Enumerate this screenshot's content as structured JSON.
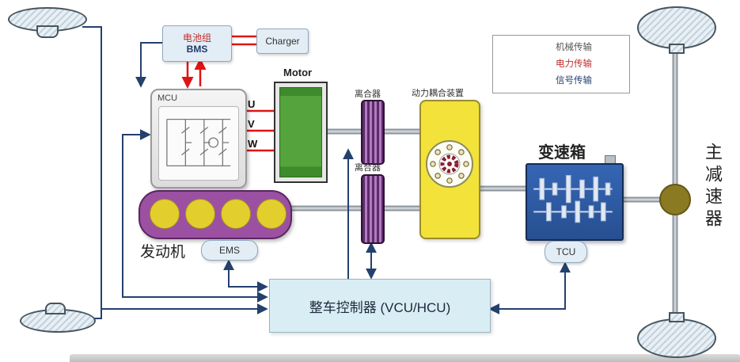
{
  "labels": {
    "battery": "电池组",
    "bms": "BMS",
    "charger": "Charger",
    "mcu": "MCU",
    "motor": "Motor",
    "phases": [
      "U",
      "V",
      "W"
    ],
    "clutch_top": "离合器",
    "clutch_bottom": "离合器",
    "coupling": "动力耦合装置",
    "gearbox": "变速箱",
    "tcu": "TCU",
    "engine": "发动机",
    "ems": "EMS",
    "vcu": "整车控制器 (VCU/HCU)",
    "final_drive": "主减速器"
  },
  "legend": {
    "mechanical": "机械传输",
    "electrical": "电力传输",
    "signal": "信号传输"
  },
  "colors": {
    "mechanical_line": "#8e959b",
    "electrical_line": "#e01414",
    "signal_line": "#24416e",
    "motor_green": "#55a33c",
    "engine_purple": "#9c50a2",
    "cylinder_yellow": "#e2cf2e",
    "coupling_yellow": "#f3e23a",
    "gearbox_blue": "#2f5fae",
    "clutch_purple": "#5e2a68",
    "vcu_fill": "#d9edf4",
    "control_box_fill": "#e3edf5",
    "final_drive_olive": "#8a7a22"
  }
}
